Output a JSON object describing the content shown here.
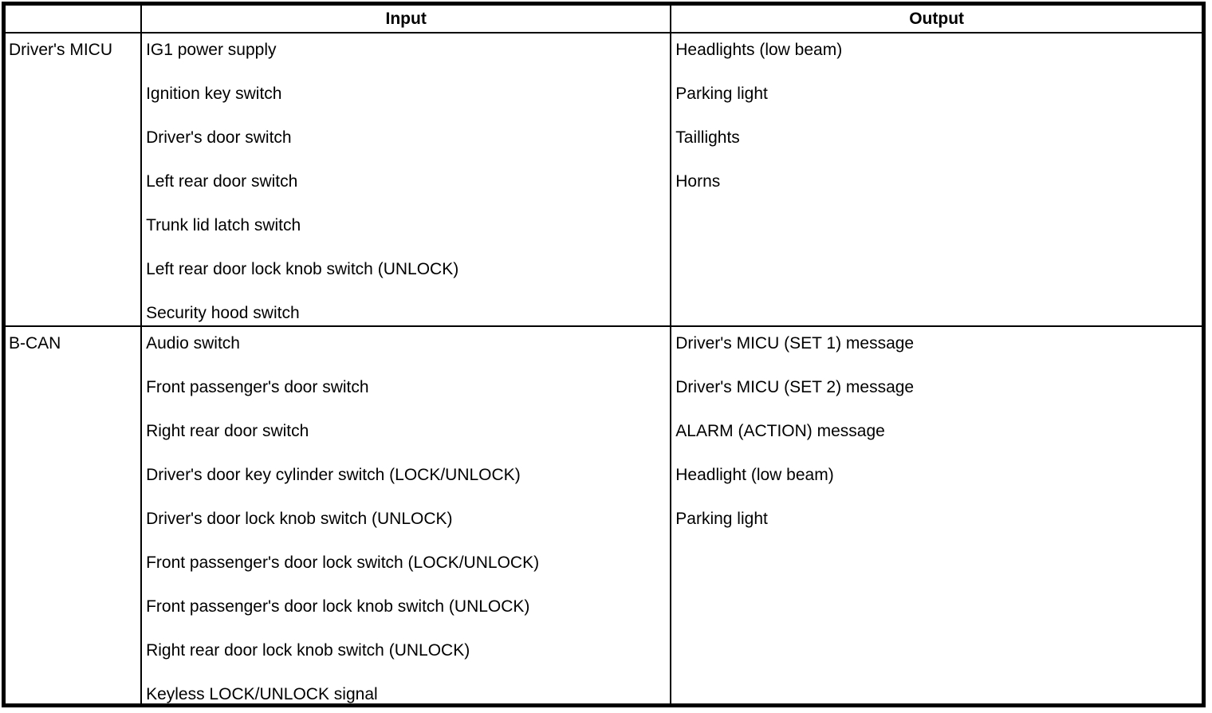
{
  "colors": {
    "border": "#000000",
    "background": "#ffffff",
    "text": "#000000"
  },
  "table": {
    "header": {
      "blank": "",
      "input": "Input",
      "output": "Output"
    },
    "rows": [
      {
        "source": "Driver's MICU",
        "inputs": [
          "IG1 power supply",
          "Ignition key switch",
          "Driver's door switch",
          "Left rear door switch",
          "Trunk lid latch switch",
          "Left rear door lock knob switch (UNLOCK)",
          "Security hood switch"
        ],
        "outputs": [
          "Headlights (low beam)",
          "Parking light",
          "Taillights",
          "Horns"
        ]
      },
      {
        "source": "B-CAN",
        "inputs": [
          "Audio switch",
          "Front passenger's door switch",
          "Right rear door switch",
          "Driver's door key cylinder switch (LOCK/UNLOCK)",
          "Driver's door lock knob switch (UNLOCK)",
          "Front passenger's door lock switch (LOCK/UNLOCK)",
          "Front passenger's door lock knob switch (UNLOCK)",
          "Right rear door lock knob switch (UNLOCK)",
          "Keyless LOCK/UNLOCK signal"
        ],
        "outputs": [
          "Driver's MICU (SET 1) message",
          "Driver's MICU (SET 2) message",
          "ALARM (ACTION) message",
          "Headlight (low beam)",
          "Parking light"
        ]
      }
    ]
  }
}
